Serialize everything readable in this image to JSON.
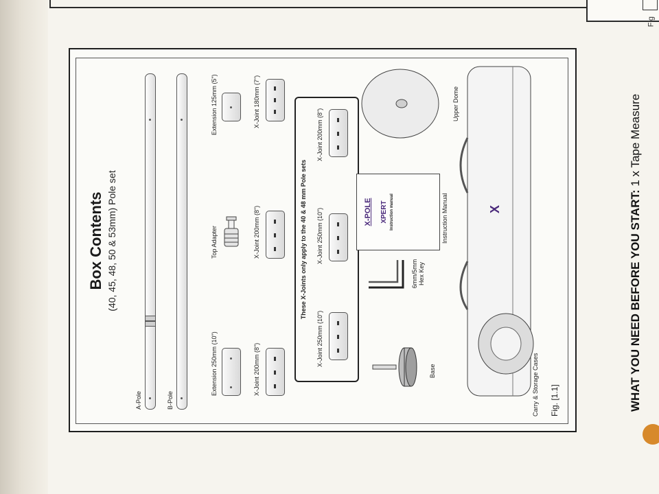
{
  "page": {
    "title": "Box Contents",
    "subtitle": "(40, 45, 48, 50 & 53mm) Pole set",
    "fig_label": "Fig. [1.1]",
    "fig_label_next": "Fig"
  },
  "items": {
    "a_pole": "A-Pole",
    "b_pole": "B-Pole",
    "extension_250": "Extension 250mm (10\")",
    "top_adapter": "Top Adapter",
    "extension_125": "Extension 125mm (5\")",
    "xjoint_200_a": "X-Joint 200mm (8\")",
    "xjoint_200_b": "X-Joint 200mm (8\")",
    "xjoint_180": "X-Joint 180mm (7\")",
    "xjoint_note": "These X-Joints only apply to the 40 & 48 mm Pole sets",
    "xjoint_250_a": "X-Joint 250mm (10\")",
    "xjoint_250_b": "X-Joint 250mm (10\")",
    "xjoint_200_c": "X-Joint 200mm (8\")",
    "base": "Base",
    "hex_key": "6mm/5mm Hex Key",
    "instruction_manual": "Instruction Manual",
    "upper_dome": "Upper Dome",
    "cases": "Carry & Storage Cases"
  },
  "manual_cover": {
    "logo": "X-POLE",
    "product": "XPERT",
    "sub": "Instruction manual"
  },
  "footer": {
    "lead": "WHAT YOU NEED BEFORE YOU START:",
    "rest": " 1 x Tape Measure"
  },
  "colors": {
    "accent": "#4b2a7b",
    "orange": "#d7892b",
    "ink": "#1e1e1e"
  }
}
